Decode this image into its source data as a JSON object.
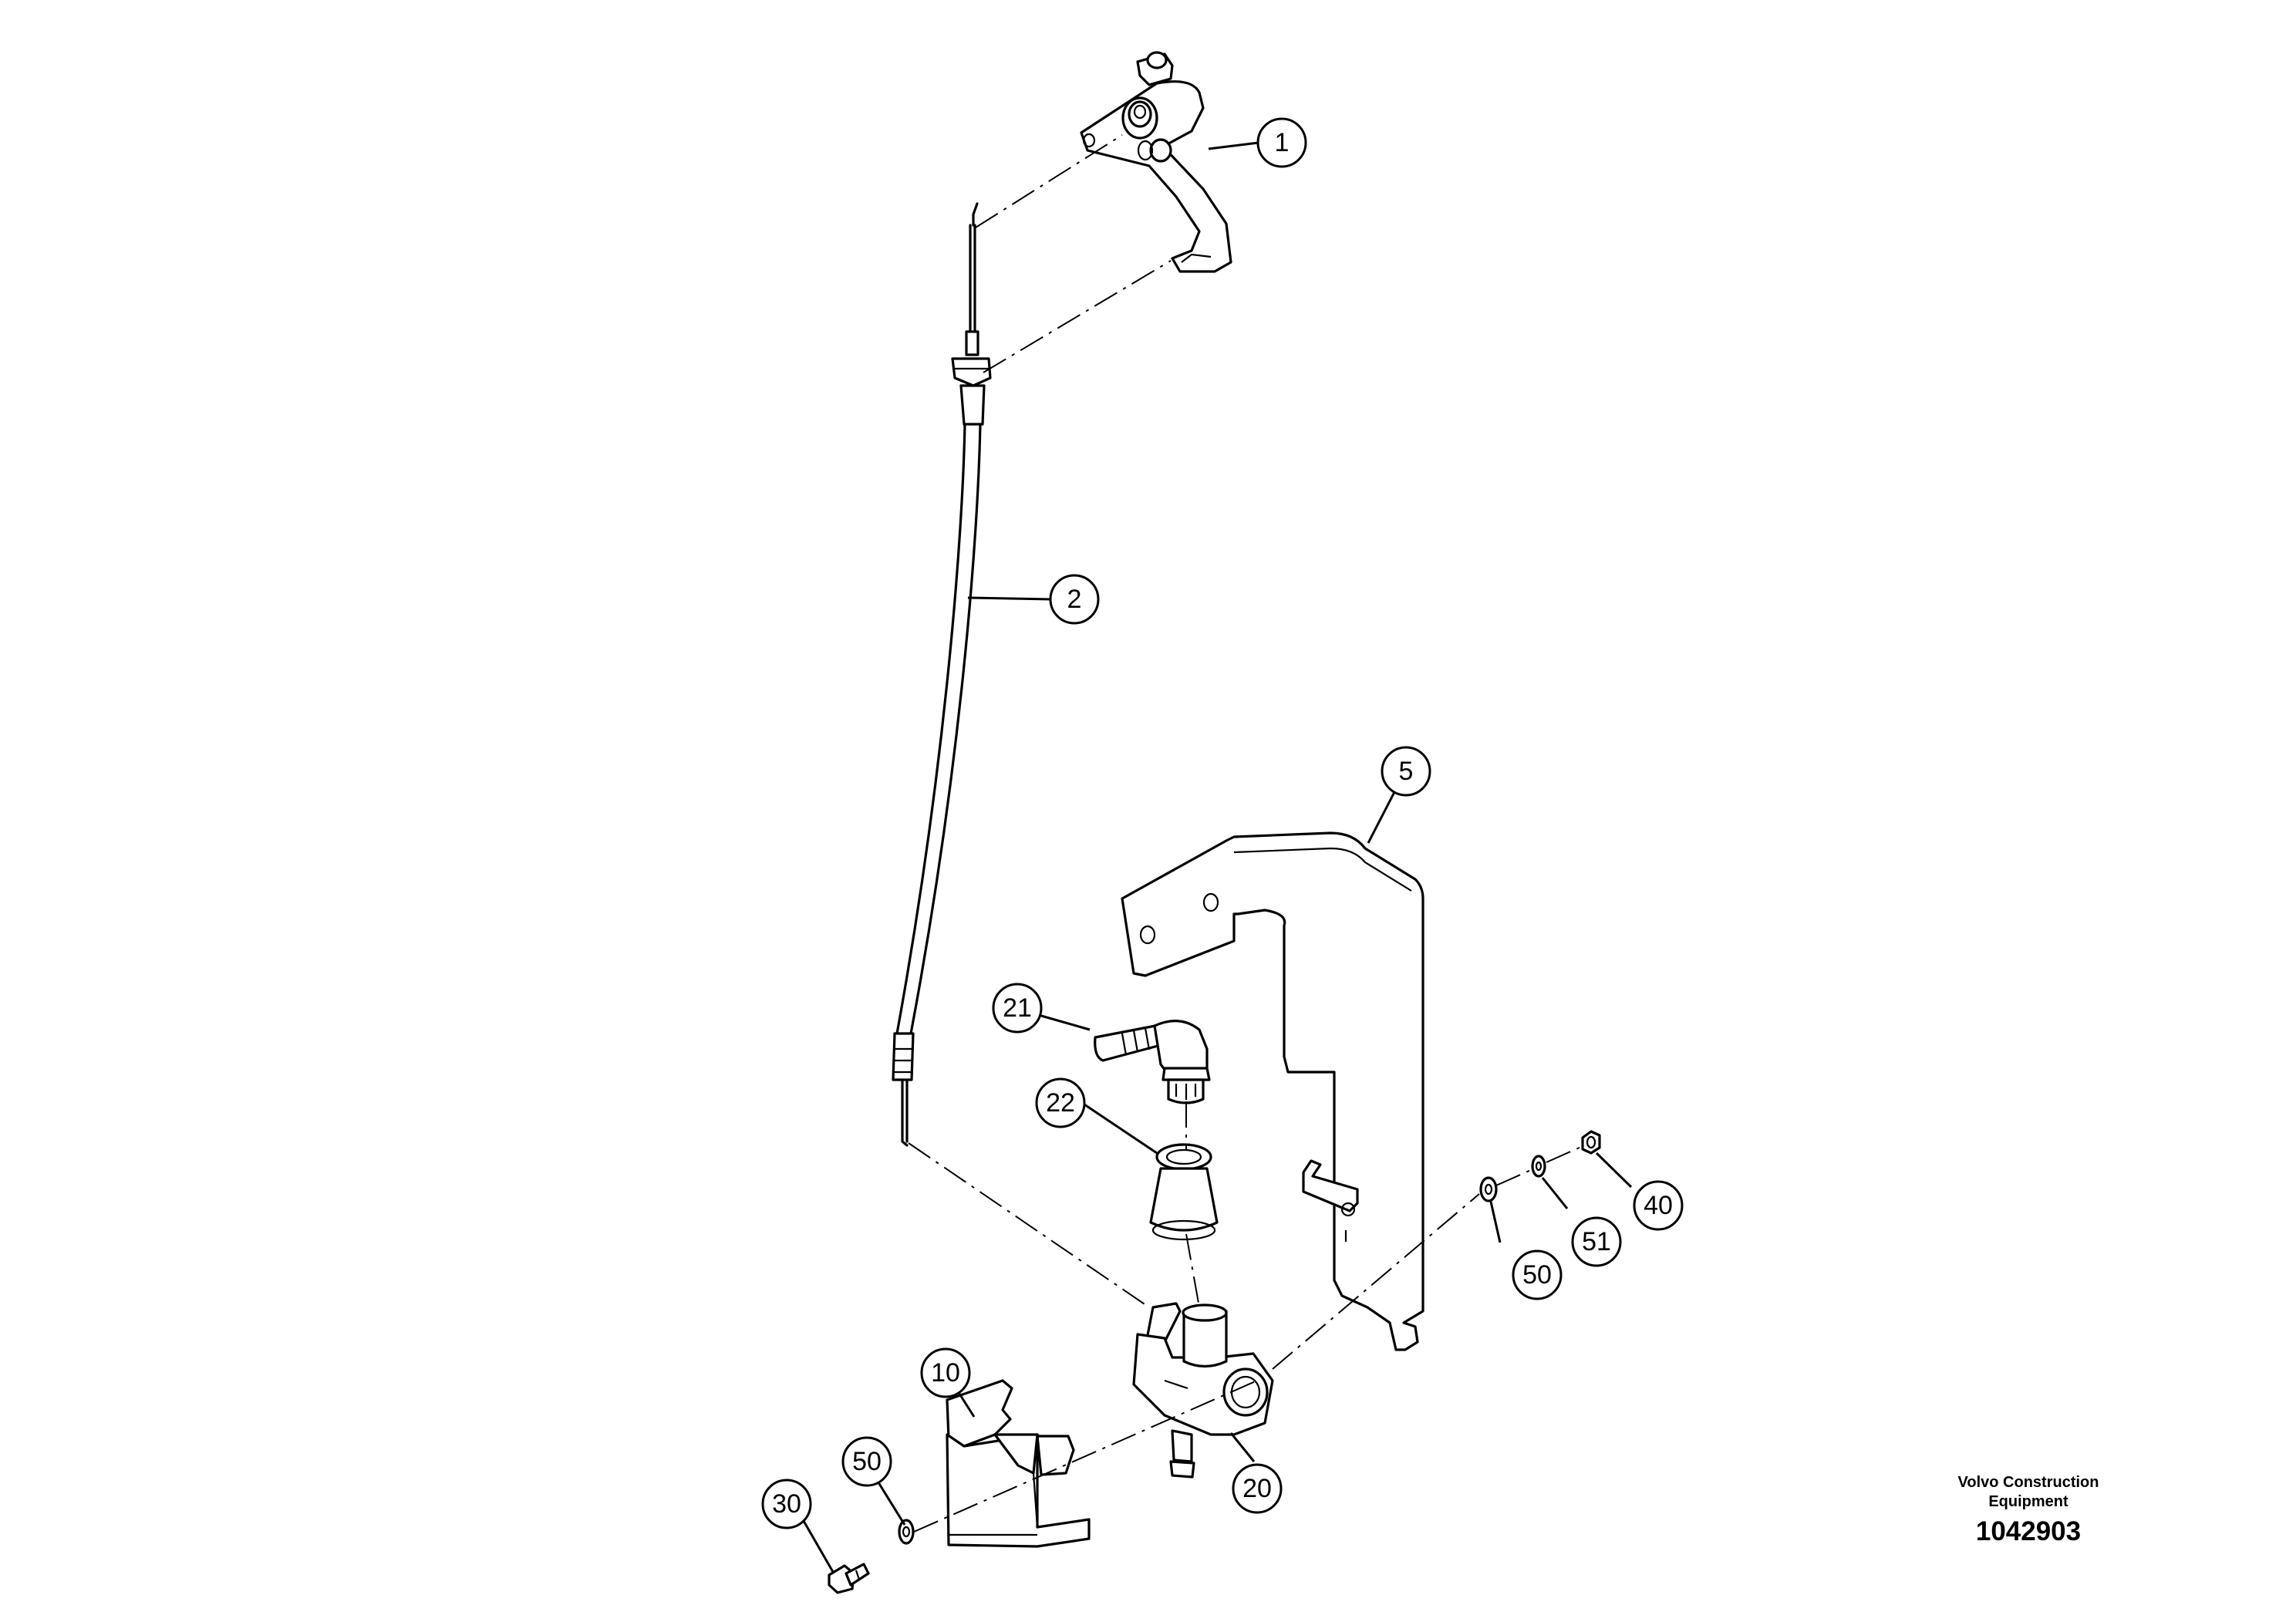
{
  "callouts": {
    "c1": "1",
    "c2": "2",
    "c5": "5",
    "c10": "10",
    "c20": "20",
    "c21": "21",
    "c22": "22",
    "c30": "30",
    "c40": "40",
    "c50a": "50",
    "c50b": "50",
    "c51": "51"
  },
  "footer": {
    "brand_line1": "Volvo Construction",
    "brand_line2": "Equipment",
    "drawing_number": "1042903"
  }
}
